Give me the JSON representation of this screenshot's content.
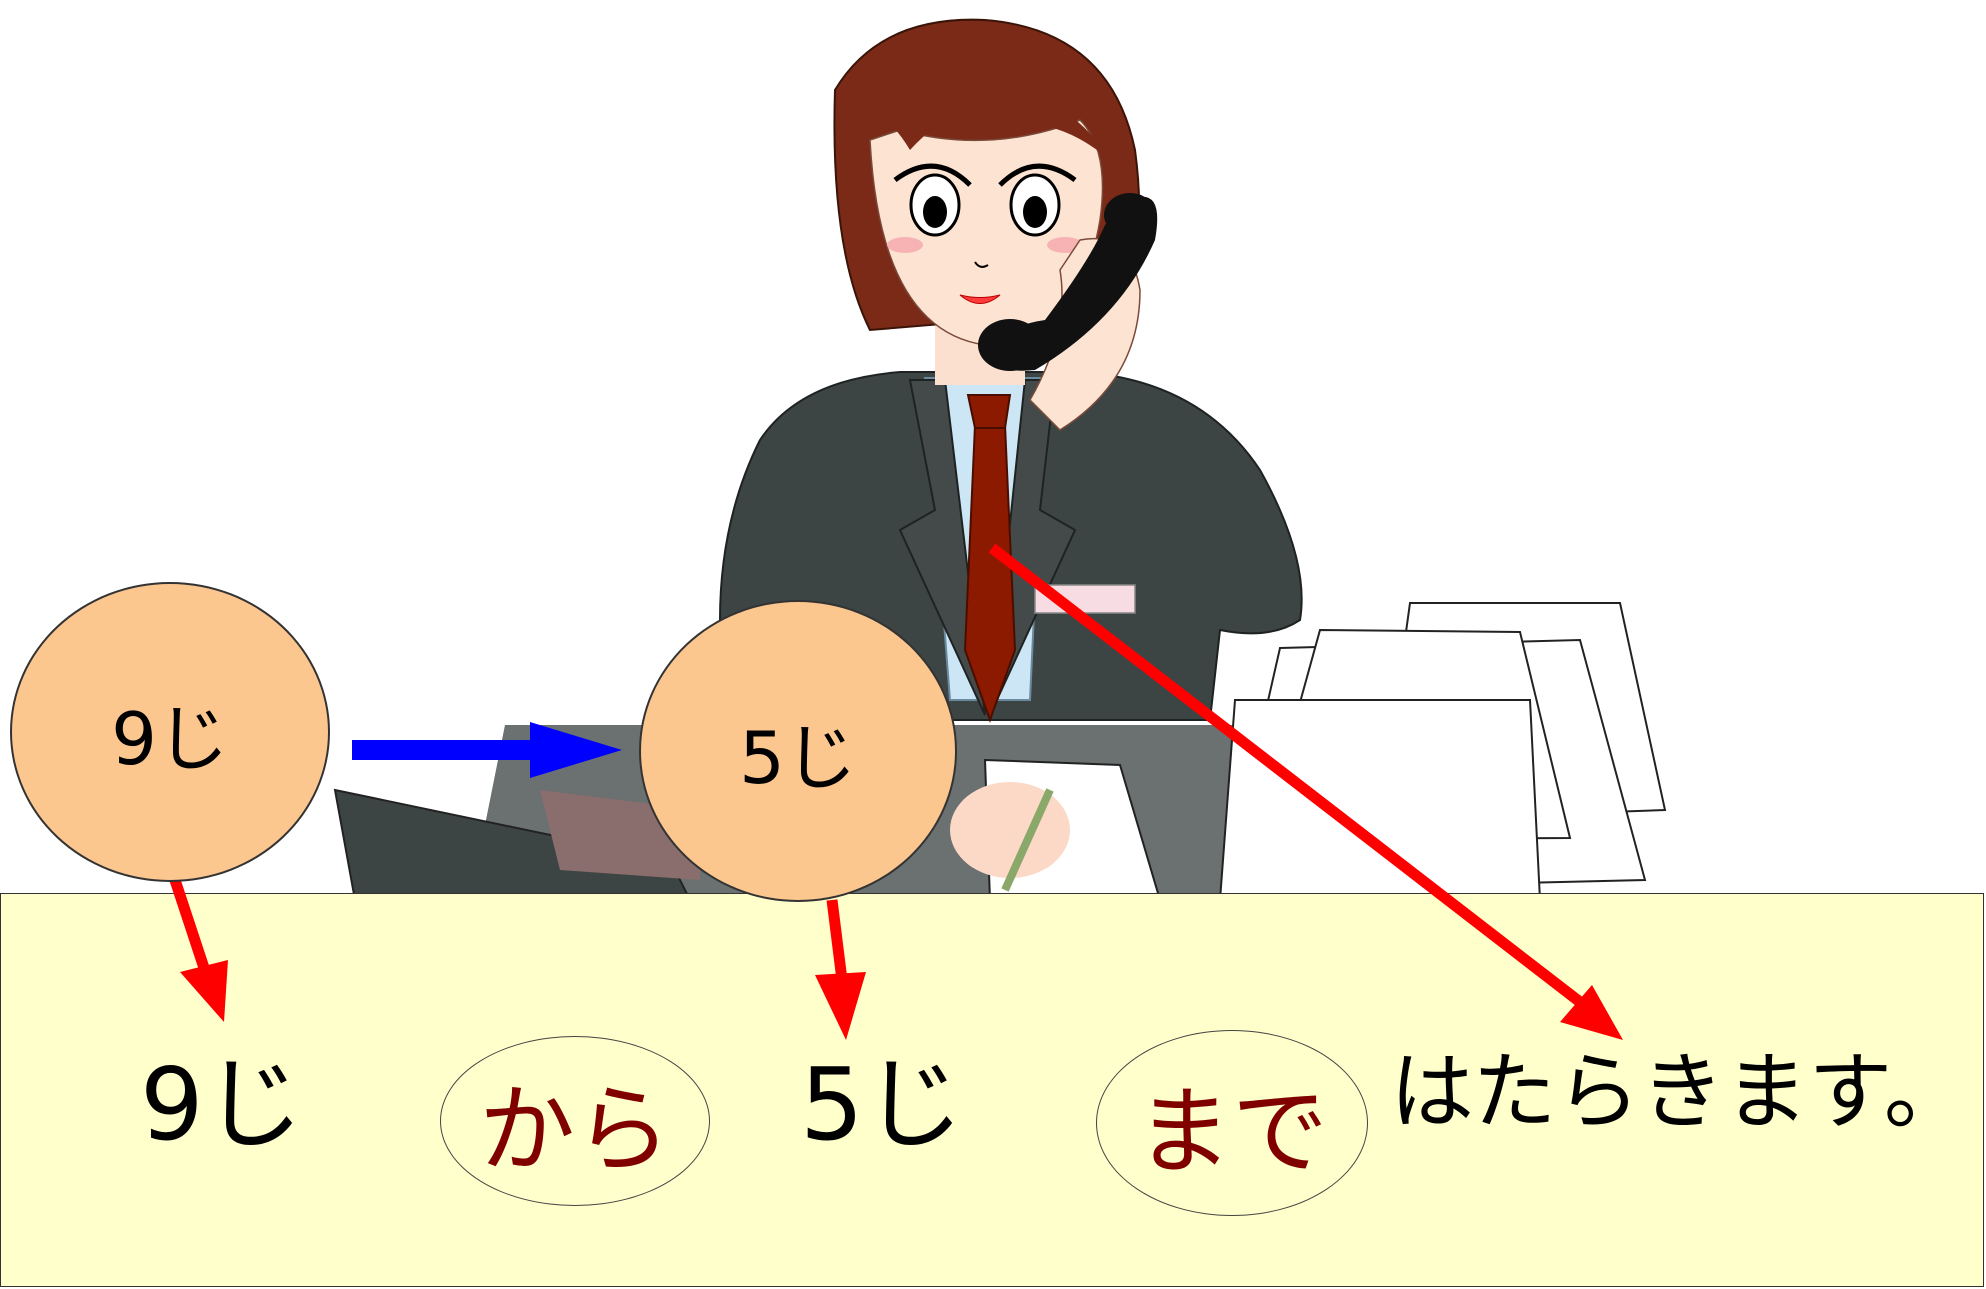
{
  "circles": {
    "start": "9じ",
    "end": "5じ"
  },
  "sentence": {
    "start_time": "9じ",
    "particle_from": "から",
    "end_time": "5じ",
    "particle_until": "まで",
    "verb": "はたらきます。"
  },
  "colors": {
    "box_background": "#ffffcc",
    "circle_fill": "#fcc68f",
    "particle_text": "#800000",
    "blue_arrow": "#0000ff",
    "red_arrow": "#ff0000",
    "suit": "#3d4444",
    "hair": "#7a2a16",
    "tie": "#8b1a00",
    "shirt": "#cce6f5"
  },
  "icons": {
    "blue_arrow": "right-arrow-icon",
    "red_arrows": "down-arrow-icon"
  }
}
